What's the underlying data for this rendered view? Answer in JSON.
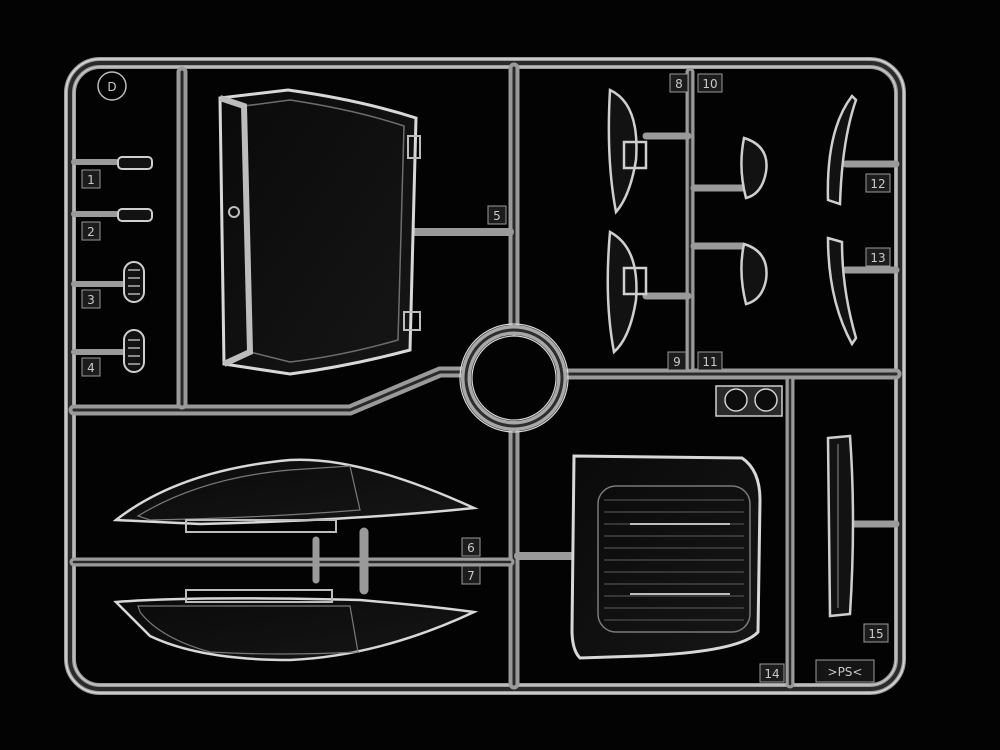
{
  "image": {
    "subject": "clear-plastic-model-kit-sprue",
    "background_color": "#030303",
    "plastic_color": "#bdbdbd",
    "sprue_letter": "D",
    "part_numbers": [
      "1",
      "2",
      "3",
      "4",
      "5",
      "6",
      "7",
      "8",
      "9",
      "10",
      "11",
      "12",
      "13",
      "14",
      "15"
    ],
    "logo_text": ">PS<",
    "molded_text_top": "",
    "molded_text_bottom": ""
  }
}
